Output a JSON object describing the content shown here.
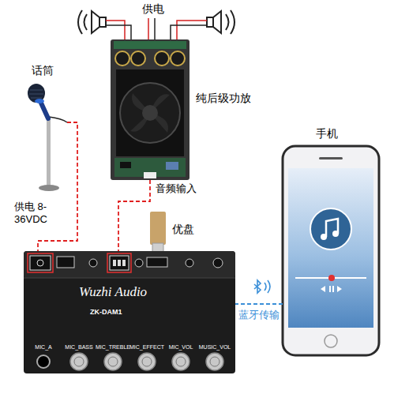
{
  "diagram": {
    "nodes": [
      {
        "text": [
          "话筒"
        ]
      },
      {
        "text": [
          "纯后级功放"
        ]
      },
      {
        "text": [
          "优盘"
        ]
      },
      {
        "text": [
          "Wuzhi Audio",
          "ZK-DAM1"
        ]
      },
      {
        "text": [
          "手机"
        ]
      }
    ],
    "edges": [
      {
        "from": 0,
        "to": 3,
        "arrow": "none"
      },
      {
        "from": 1,
        "to": 3,
        "arrow": "none"
      },
      {
        "from": 4,
        "to": 3,
        "label": "蓝牙传输",
        "arrow": "none"
      }
    ],
    "labels": [
      "供电",
      "音频输入",
      "供电 8-36VDC",
      "MIC_A",
      "MIC_BASS",
      "MIC_TREBLE",
      "MIC_EFFECT",
      "MIC_VOL",
      "MUSIC_VOL"
    ]
  }
}
